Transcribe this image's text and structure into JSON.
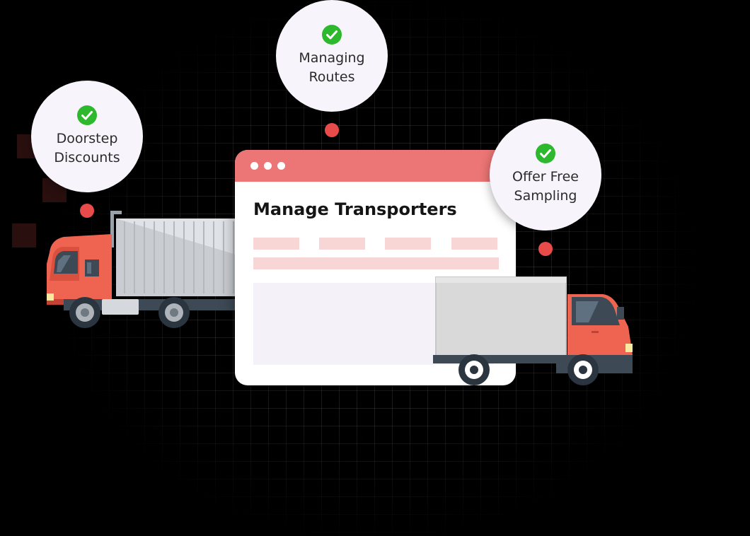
{
  "window": {
    "title": "Manage Transporters",
    "accent_color": "#ec7575"
  },
  "bubbles": [
    {
      "label": "Doorstep\nDiscounts",
      "icon": "check-circle-icon"
    },
    {
      "label": "Managing\nRoutes",
      "icon": "check-circle-icon"
    },
    {
      "label": "Offer Free\nSampling",
      "icon": "check-circle-icon"
    }
  ],
  "colors": {
    "check_green": "#2eb82e",
    "dot_red": "#e94b4b",
    "truck_cab": "#ef6450"
  }
}
